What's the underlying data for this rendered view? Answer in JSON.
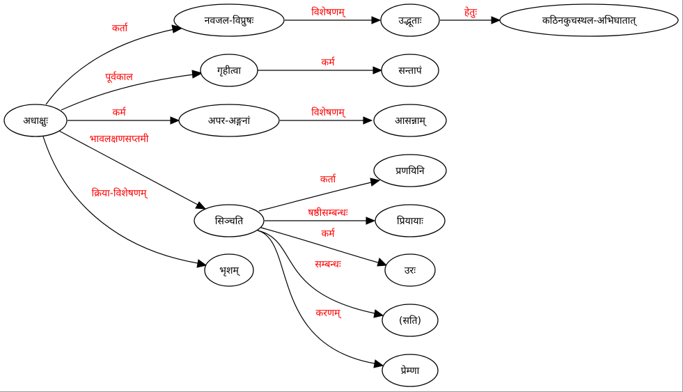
{
  "graph": {
    "nodes": {
      "adhakshu": "अधाक्षुः",
      "navajala": "नवजल-विप्रुषः",
      "udbhuta": "उद्भूताः",
      "kathina": "कठिनकुचस्थल-अभिघातात्",
      "grihitva": "गृहीत्वा",
      "santapam": "सन्तापं",
      "apara": "अपर-अङ्गनां",
      "asannam": "आसन्नाम्",
      "sinchati": "सिञ्चति",
      "pranayini": "प्रणयिनि",
      "priyayah": "प्रियायाः",
      "urah": "उरः",
      "sati": "(सति)",
      "premna": "प्रेम्णा",
      "bhrisham": "भृशम्"
    },
    "edges": {
      "karta1": "कर्ता",
      "purvakala": "पूर्वकाल",
      "karma1": "कर्म",
      "bhavalakshana": "भावलक्षणसप्तमी",
      "kriya_visheshanam": "क्रिया-विशेषणम्",
      "visheshanam1": "विशेषणम्",
      "hetu": "हेतुः",
      "karma2": "कर्म",
      "visheshanam2": "विशेषणम्",
      "karta2": "कर्ता",
      "shashthi": "षष्ठीसम्बन्धः",
      "karma3": "कर्म",
      "sambandha": "सम्बन्धः",
      "karanam": "करणम्"
    }
  }
}
